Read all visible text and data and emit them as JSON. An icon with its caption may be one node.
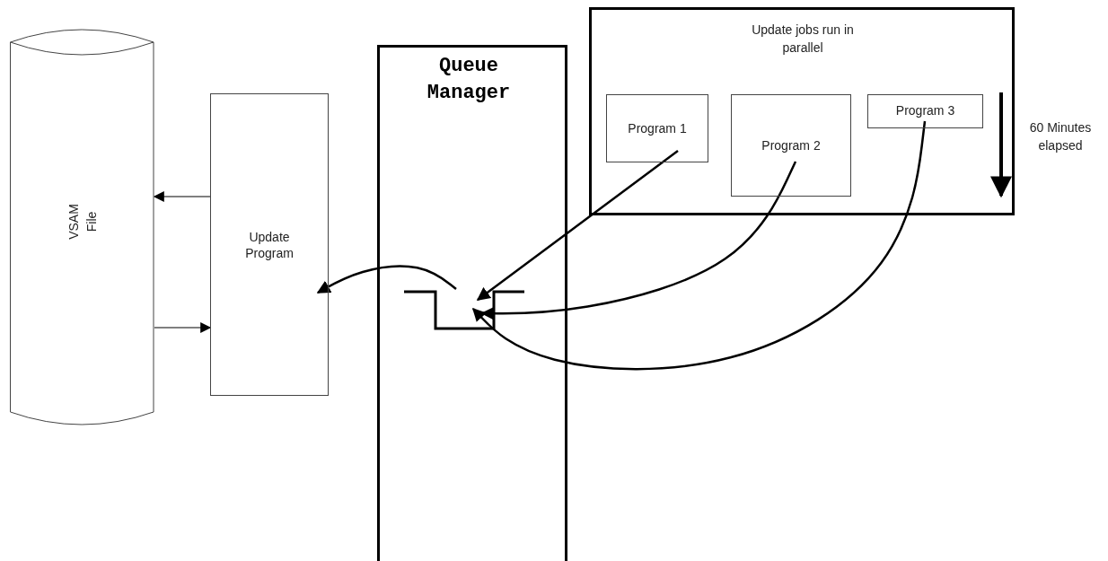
{
  "diagram": {
    "nodes": [
      {
        "text": [
          "VSAM File"
        ]
      },
      {
        "text": [
          "Update Program"
        ]
      },
      {
        "text": [
          "Queue Manager"
        ]
      },
      {
        "text": [],
        "shape": "box",
        "in": 2
      },
      {
        "text": [
          "Update jobs run in parallel"
        ]
      },
      {
        "text": [
          "Program 1"
        ],
        "in": 4
      },
      {
        "text": [
          "Program 2"
        ],
        "in": 4
      },
      {
        "text": [
          "Program 3"
        ],
        "in": 4
      }
    ],
    "edges": [
      {
        "from": 1,
        "to": 0,
        "arrow": "to"
      },
      {
        "from": 0,
        "to": 1,
        "arrow": "to"
      },
      {
        "from": 3,
        "to": 1,
        "arrow": "to"
      },
      {
        "from": 5,
        "to": 3,
        "arrow": "to"
      },
      {
        "from": 6,
        "to": 3,
        "arrow": "to"
      },
      {
        "from": 7,
        "to": 3,
        "arrow": "to"
      }
    ],
    "labels": [
      "60 Minutes elapsed"
    ]
  }
}
